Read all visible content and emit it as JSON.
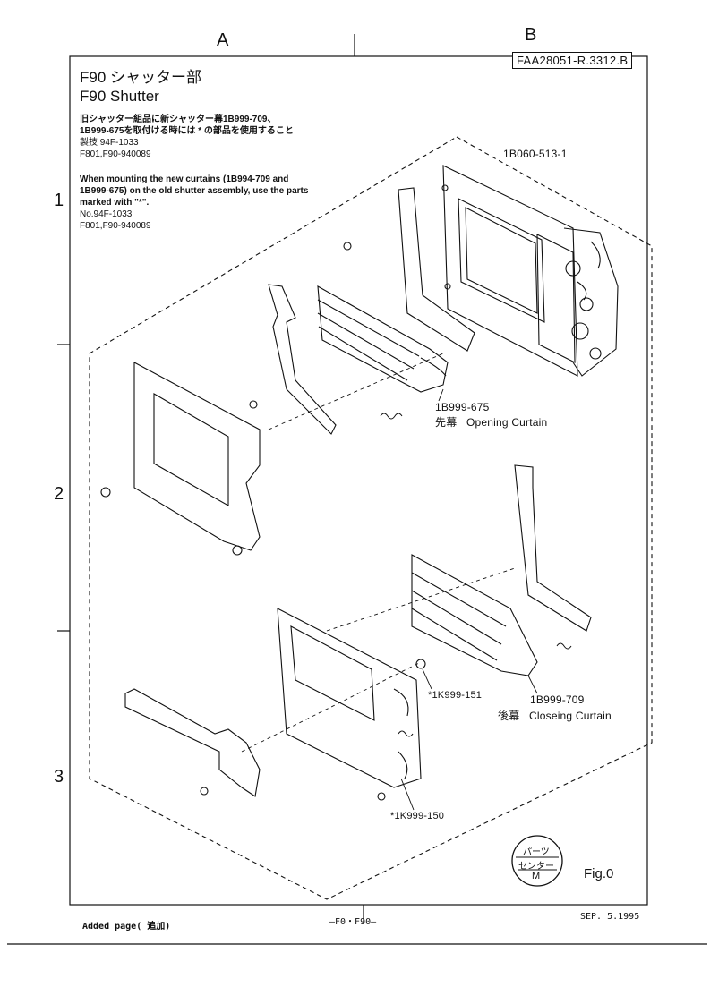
{
  "grid": {
    "col_a": "A",
    "col_b": "B",
    "row_1": "1",
    "row_2": "2",
    "row_3": "3"
  },
  "header": {
    "code": "FAA28051-R.3312.B",
    "title_jp": "F90 シャッター部",
    "title_en": "F90 Shutter"
  },
  "notes": {
    "jp_line1": "旧シャッター組品に新シャッター幕1B999-709、",
    "jp_line2": "1B999-675を取付ける時には * の部品を使用すること",
    "jp_line3": "製技  94F-1033",
    "jp_line4": "F801,F90-940089",
    "en_line1": "When mounting the new curtains (1B994-709 and",
    "en_line2": "1B999-675) on the old shutter assembly, use the parts",
    "en_line3": "marked with \"*\".",
    "en_line4": "No.94F-1033",
    "en_line5": "F801,F90-940089"
  },
  "parts": {
    "assembly": "1B060-513-1",
    "opening_no": "1B999-675",
    "opening_jp": "先幕",
    "opening_en": "Opening Curtain",
    "closing_no": "1B999-709",
    "closing_jp": "後幕",
    "closing_en": "Closeing Curtain",
    "part_151": "*1K999-151",
    "part_150": "*1K999-150"
  },
  "stamp": {
    "line1": "パーツ",
    "line2": "センター",
    "line3": "M"
  },
  "fig": "Fig.0",
  "footer": {
    "left": "Added page( 追加)",
    "center": "—F0・F90—",
    "right": "SEP. 5.1995"
  }
}
